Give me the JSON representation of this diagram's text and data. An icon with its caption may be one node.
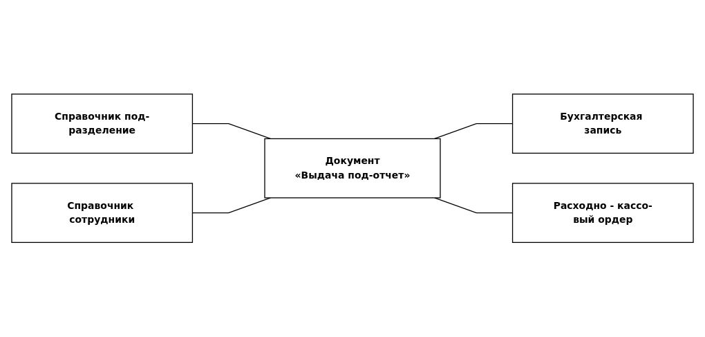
{
  "diagram": {
    "nodes": [
      {
        "text": [
          "Справочник под-разделение"
        ]
      },
      {
        "text": [
          "Справочник сотрудники"
        ]
      },
      {
        "text": [
          "Документ",
          "«Выдача под-отчет»"
        ]
      },
      {
        "text": [
          "Бухгалтерская запись"
        ]
      },
      {
        "text": [
          "Расходно - кассо-вый ордер"
        ]
      }
    ],
    "edges": [
      {
        "from": 0,
        "to": 2,
        "arrow": "none"
      },
      {
        "from": 1,
        "to": 2,
        "arrow": "none"
      },
      {
        "from": 2,
        "to": 3,
        "arrow": "none"
      },
      {
        "from": 2,
        "to": 4,
        "arrow": "none"
      }
    ]
  }
}
